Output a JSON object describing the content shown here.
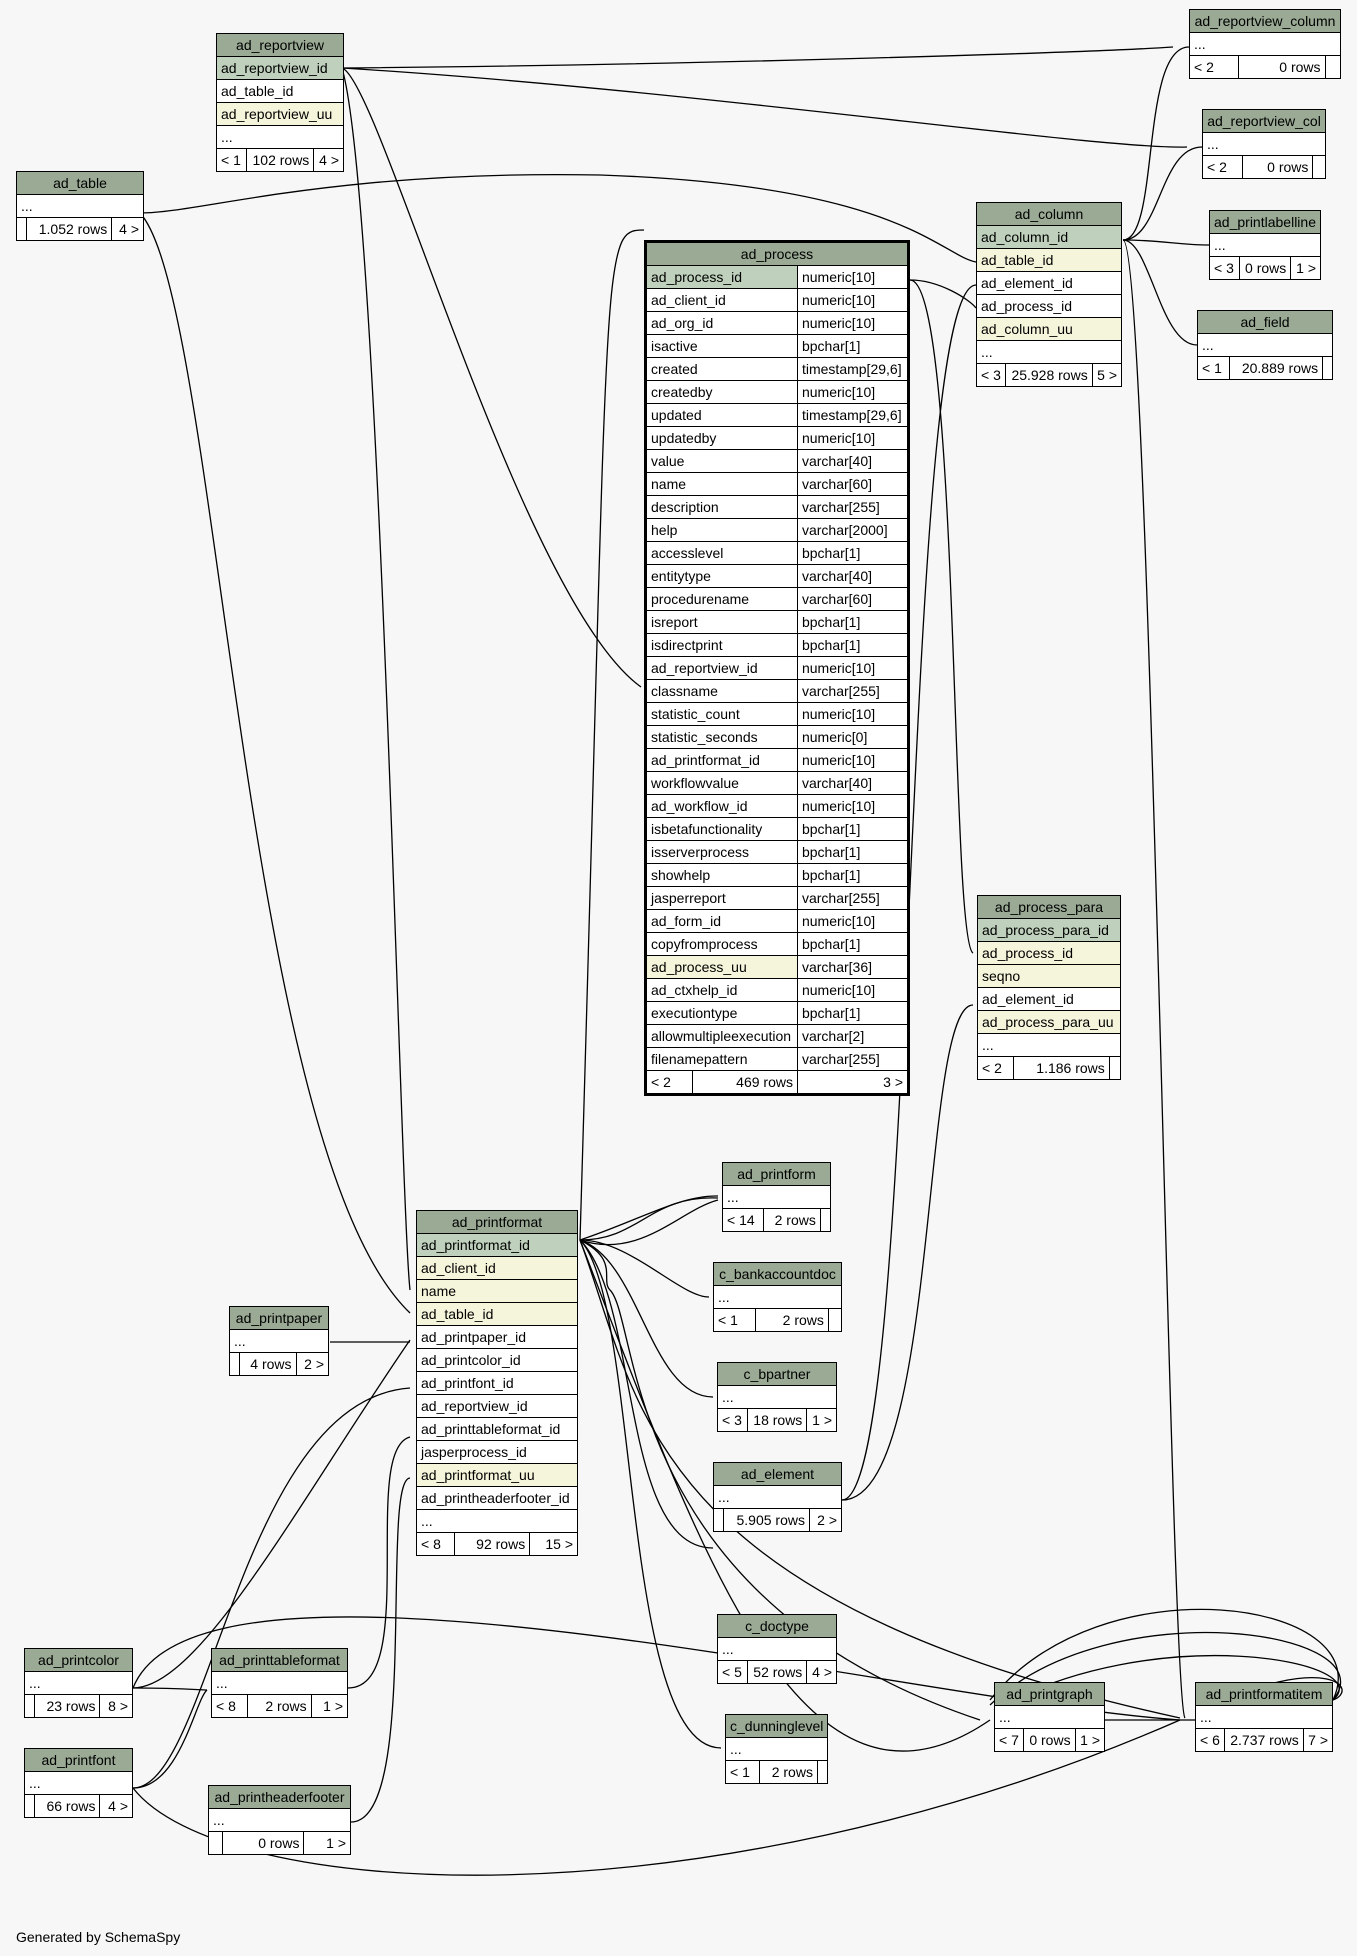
{
  "footer": "Generated by SchemaSpy",
  "tables": {
    "ad_reportview": {
      "name": "ad_reportview",
      "cols": [
        {
          "n": "ad_reportview_id",
          "k": "pk"
        },
        {
          "n": "ad_table_id",
          "k": ""
        },
        {
          "n": "ad_reportview_uu",
          "k": "idx"
        },
        {
          "n": "...",
          "k": ""
        }
      ],
      "parents": "< 1",
      "rows": "102 rows",
      "children": "4 >"
    },
    "ad_table": {
      "name": "ad_table",
      "cols": [
        {
          "n": "...",
          "k": ""
        }
      ],
      "parents": "",
      "rows": "1.052 rows",
      "children": "4 >"
    },
    "ad_reportview_column": {
      "name": "ad_reportview_column",
      "cols": [
        {
          "n": "...",
          "k": ""
        }
      ],
      "parents": "< 2",
      "rows": "0 rows",
      "children": ""
    },
    "ad_reportview_col": {
      "name": "ad_reportview_col",
      "cols": [
        {
          "n": "...",
          "k": ""
        }
      ],
      "parents": "< 2",
      "rows": "0 rows",
      "children": ""
    },
    "ad_column": {
      "name": "ad_column",
      "cols": [
        {
          "n": "ad_column_id",
          "k": "pk"
        },
        {
          "n": "ad_table_id",
          "k": "idx"
        },
        {
          "n": "ad_element_id",
          "k": ""
        },
        {
          "n": "ad_process_id",
          "k": ""
        },
        {
          "n": "ad_column_uu",
          "k": "idx"
        },
        {
          "n": "...",
          "k": ""
        }
      ],
      "parents": "< 3",
      "rows": "25.928 rows",
      "children": "5 >"
    },
    "ad_printlabelline": {
      "name": "ad_printlabelline",
      "cols": [
        {
          "n": "...",
          "k": ""
        }
      ],
      "parents": "< 3",
      "rows": "0 rows",
      "children": "1 >"
    },
    "ad_field": {
      "name": "ad_field",
      "cols": [
        {
          "n": "...",
          "k": ""
        }
      ],
      "parents": "< 1",
      "rows": "20.889 rows",
      "children": ""
    },
    "ad_process": {
      "name": "ad_process",
      "cols": [
        {
          "n": "ad_process_id",
          "t": "numeric[10]",
          "k": "pk"
        },
        {
          "n": "ad_client_id",
          "t": "numeric[10]",
          "k": ""
        },
        {
          "n": "ad_org_id",
          "t": "numeric[10]",
          "k": ""
        },
        {
          "n": "isactive",
          "t": "bpchar[1]",
          "k": ""
        },
        {
          "n": "created",
          "t": "timestamp[29,6]",
          "k": ""
        },
        {
          "n": "createdby",
          "t": "numeric[10]",
          "k": ""
        },
        {
          "n": "updated",
          "t": "timestamp[29,6]",
          "k": ""
        },
        {
          "n": "updatedby",
          "t": "numeric[10]",
          "k": ""
        },
        {
          "n": "value",
          "t": "varchar[40]",
          "k": ""
        },
        {
          "n": "name",
          "t": "varchar[60]",
          "k": ""
        },
        {
          "n": "description",
          "t": "varchar[255]",
          "k": ""
        },
        {
          "n": "help",
          "t": "varchar[2000]",
          "k": ""
        },
        {
          "n": "accesslevel",
          "t": "bpchar[1]",
          "k": ""
        },
        {
          "n": "entitytype",
          "t": "varchar[40]",
          "k": ""
        },
        {
          "n": "procedurename",
          "t": "varchar[60]",
          "k": ""
        },
        {
          "n": "isreport",
          "t": "bpchar[1]",
          "k": ""
        },
        {
          "n": "isdirectprint",
          "t": "bpchar[1]",
          "k": ""
        },
        {
          "n": "ad_reportview_id",
          "t": "numeric[10]",
          "k": ""
        },
        {
          "n": "classname",
          "t": "varchar[255]",
          "k": ""
        },
        {
          "n": "statistic_count",
          "t": "numeric[10]",
          "k": ""
        },
        {
          "n": "statistic_seconds",
          "t": "numeric[0]",
          "k": ""
        },
        {
          "n": "ad_printformat_id",
          "t": "numeric[10]",
          "k": ""
        },
        {
          "n": "workflowvalue",
          "t": "varchar[40]",
          "k": ""
        },
        {
          "n": "ad_workflow_id",
          "t": "numeric[10]",
          "k": ""
        },
        {
          "n": "isbetafunctionality",
          "t": "bpchar[1]",
          "k": ""
        },
        {
          "n": "isserverprocess",
          "t": "bpchar[1]",
          "k": ""
        },
        {
          "n": "showhelp",
          "t": "bpchar[1]",
          "k": ""
        },
        {
          "n": "jasperreport",
          "t": "varchar[255]",
          "k": ""
        },
        {
          "n": "ad_form_id",
          "t": "numeric[10]",
          "k": ""
        },
        {
          "n": "copyfromprocess",
          "t": "bpchar[1]",
          "k": ""
        },
        {
          "n": "ad_process_uu",
          "t": "varchar[36]",
          "k": "idx"
        },
        {
          "n": "ad_ctxhelp_id",
          "t": "numeric[10]",
          "k": ""
        },
        {
          "n": "executiontype",
          "t": "bpchar[1]",
          "k": ""
        },
        {
          "n": "allowmultipleexecution",
          "t": "varchar[2]",
          "k": ""
        },
        {
          "n": "filenamepattern",
          "t": "varchar[255]",
          "k": ""
        }
      ],
      "parents": "< 2",
      "rows": "469 rows",
      "children": "3 >"
    },
    "ad_process_para": {
      "name": "ad_process_para",
      "cols": [
        {
          "n": "ad_process_para_id",
          "k": "pk"
        },
        {
          "n": "ad_process_id",
          "k": "idx"
        },
        {
          "n": "seqno",
          "k": "idx"
        },
        {
          "n": "ad_element_id",
          "k": ""
        },
        {
          "n": "ad_process_para_uu",
          "k": "idx"
        },
        {
          "n": "...",
          "k": ""
        }
      ],
      "parents": "< 2",
      "rows": "1.186 rows",
      "children": ""
    },
    "ad_printform": {
      "name": "ad_printform",
      "cols": [
        {
          "n": "...",
          "k": ""
        }
      ],
      "parents": "< 14",
      "rows": "2 rows",
      "children": ""
    },
    "c_bankaccountdoc": {
      "name": "c_bankaccountdoc",
      "cols": [
        {
          "n": "...",
          "k": ""
        }
      ],
      "parents": "< 1",
      "rows": "2 rows",
      "children": ""
    },
    "c_bpartner": {
      "name": "c_bpartner",
      "cols": [
        {
          "n": "...",
          "k": ""
        }
      ],
      "parents": "< 3",
      "rows": "18 rows",
      "children": "1 >"
    },
    "ad_element": {
      "name": "ad_element",
      "cols": [
        {
          "n": "...",
          "k": ""
        }
      ],
      "parents": "",
      "rows": "5.905 rows",
      "children": "2 >"
    },
    "ad_printformat": {
      "name": "ad_printformat",
      "cols": [
        {
          "n": "ad_printformat_id",
          "k": "pk"
        },
        {
          "n": "ad_client_id",
          "k": "idx"
        },
        {
          "n": "name",
          "k": "idx"
        },
        {
          "n": "ad_table_id",
          "k": "idx"
        },
        {
          "n": "ad_printpaper_id",
          "k": ""
        },
        {
          "n": "ad_printcolor_id",
          "k": ""
        },
        {
          "n": "ad_printfont_id",
          "k": ""
        },
        {
          "n": "ad_reportview_id",
          "k": ""
        },
        {
          "n": "ad_printtableformat_id",
          "k": ""
        },
        {
          "n": "jasperprocess_id",
          "k": ""
        },
        {
          "n": "ad_printformat_uu",
          "k": "idx"
        },
        {
          "n": "ad_printheaderfooter_id",
          "k": ""
        },
        {
          "n": "...",
          "k": ""
        }
      ],
      "parents": "< 8",
      "rows": "92 rows",
      "children": "15 >"
    },
    "ad_printpaper": {
      "name": "ad_printpaper",
      "cols": [
        {
          "n": "...",
          "k": ""
        }
      ],
      "parents": "",
      "rows": "4 rows",
      "children": "2 >"
    },
    "c_doctype": {
      "name": "c_doctype",
      "cols": [
        {
          "n": "...",
          "k": ""
        }
      ],
      "parents": "< 5",
      "rows": "52 rows",
      "children": "4 >"
    },
    "c_dunninglevel": {
      "name": "c_dunninglevel",
      "cols": [
        {
          "n": "...",
          "k": ""
        }
      ],
      "parents": "< 1",
      "rows": "2 rows",
      "children": ""
    },
    "ad_printcolor": {
      "name": "ad_printcolor",
      "cols": [
        {
          "n": "...",
          "k": ""
        }
      ],
      "parents": "",
      "rows": "23 rows",
      "children": "8 >"
    },
    "ad_printtableformat": {
      "name": "ad_printtableformat",
      "cols": [
        {
          "n": "...",
          "k": ""
        }
      ],
      "parents": "< 8",
      "rows": "2 rows",
      "children": "1 >"
    },
    "ad_printfont": {
      "name": "ad_printfont",
      "cols": [
        {
          "n": "...",
          "k": ""
        }
      ],
      "parents": "",
      "rows": "66 rows",
      "children": "4 >"
    },
    "ad_printheaderfooter": {
      "name": "ad_printheaderfooter",
      "cols": [
        {
          "n": "...",
          "k": ""
        }
      ],
      "parents": "",
      "rows": "0 rows",
      "children": "1 >"
    },
    "ad_printgraph": {
      "name": "ad_printgraph",
      "cols": [
        {
          "n": "...",
          "k": ""
        }
      ],
      "parents": "< 7",
      "rows": "0 rows",
      "children": "1 >"
    },
    "ad_printformatitem": {
      "name": "ad_printformatitem",
      "cols": [
        {
          "n": "...",
          "k": ""
        }
      ],
      "parents": "< 6",
      "rows": "2.737 rows",
      "children": "7 >"
    }
  }
}
